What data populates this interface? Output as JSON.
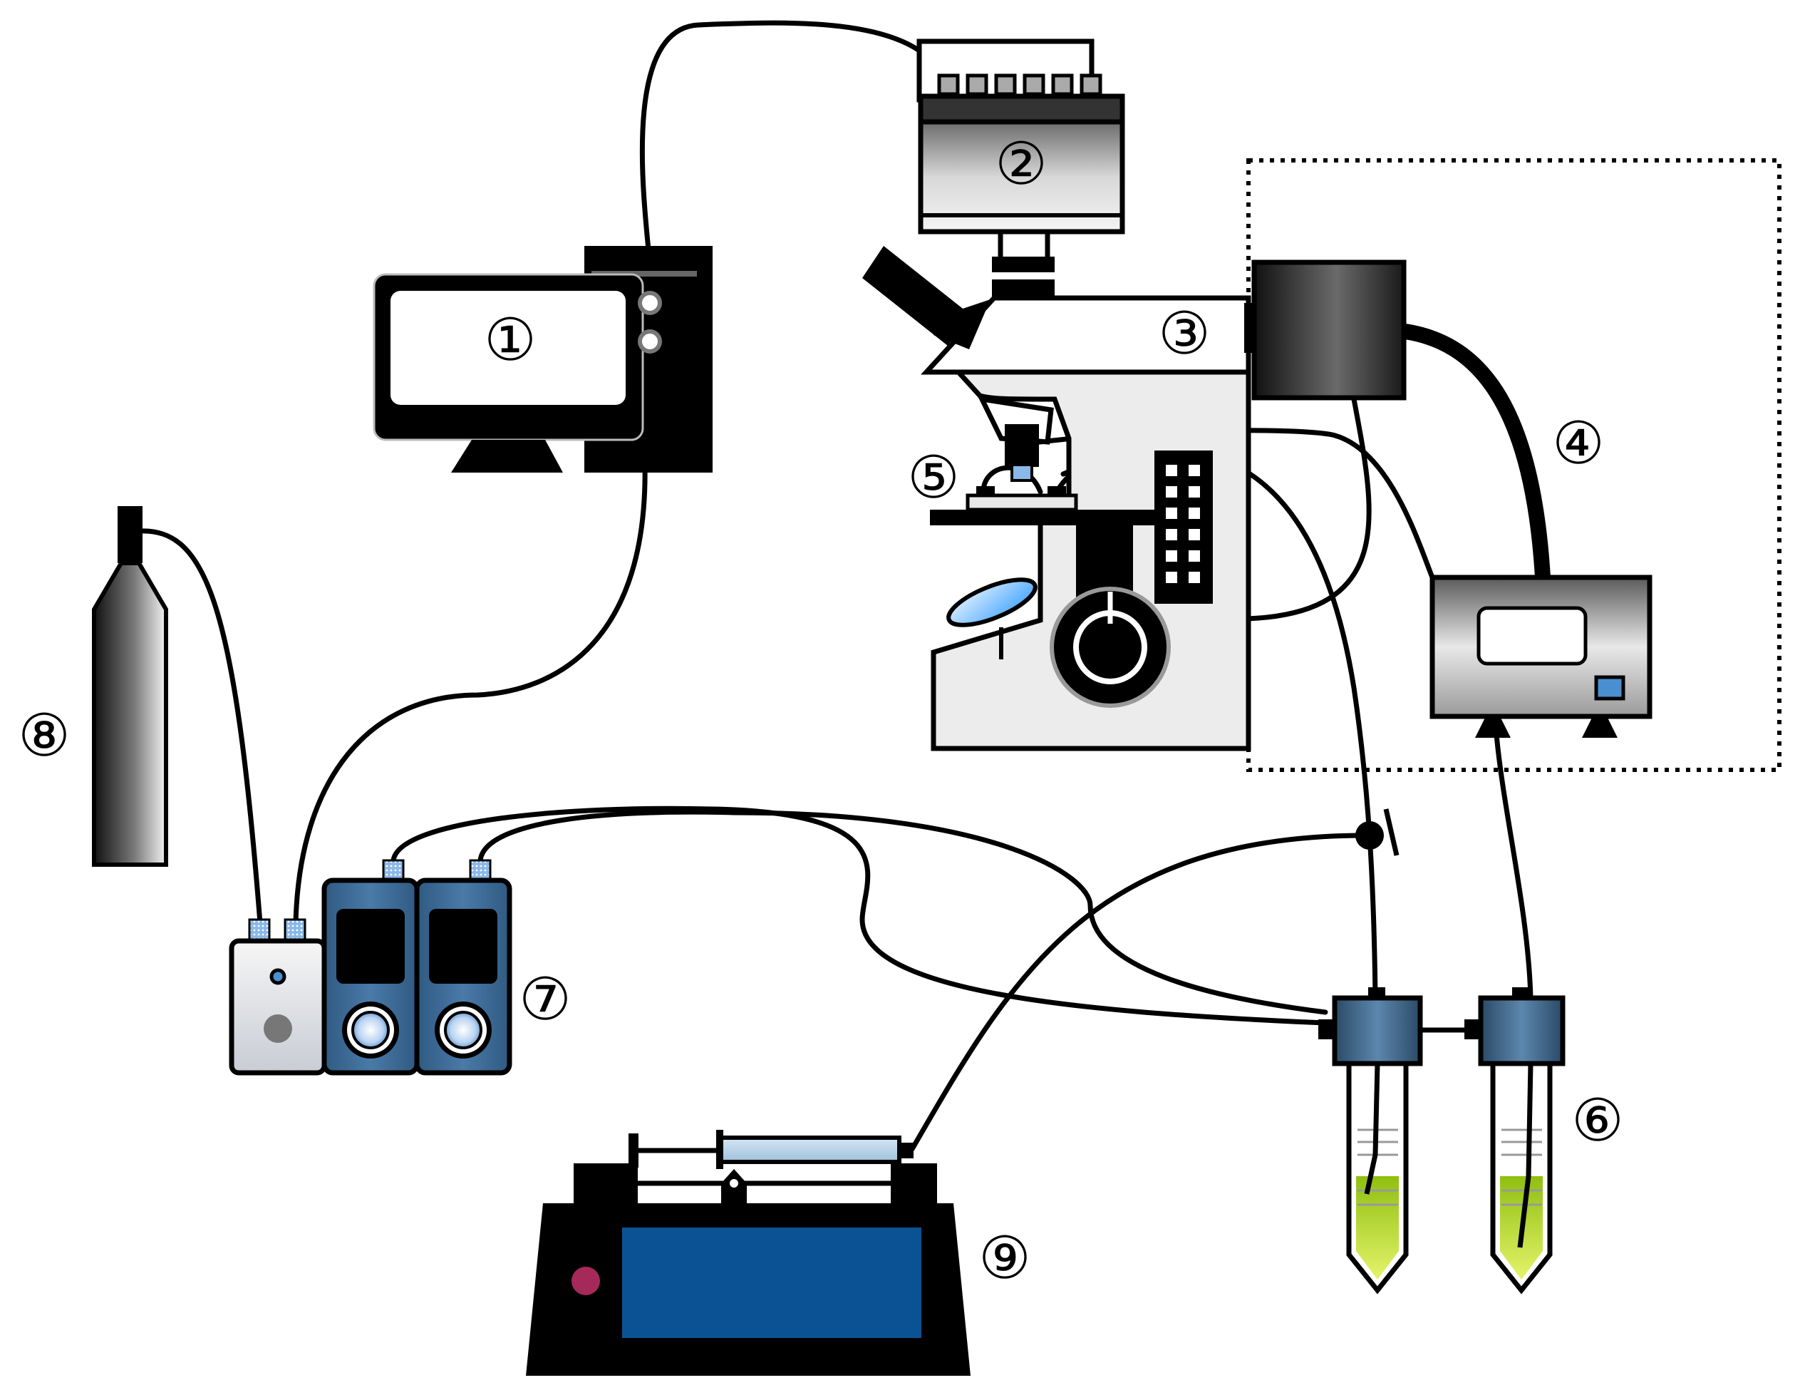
{
  "labels": {
    "computer": "①",
    "camera": "②",
    "microscope": "③",
    "light_source": "④",
    "flow_cell": "⑤",
    "reservoirs": "⑥",
    "pressure_controller": "⑦",
    "gas_cylinder": "⑧",
    "syringe_pump": "⑨"
  },
  "colors": {
    "line": "#000000",
    "pump_blue": "#3d6b95",
    "syringe_pump_screen": "#0a5294",
    "syringe_pump_button": "#a52a5a",
    "liquid_green": "#a6cc1a",
    "port_blue": "#8ab8e8"
  }
}
